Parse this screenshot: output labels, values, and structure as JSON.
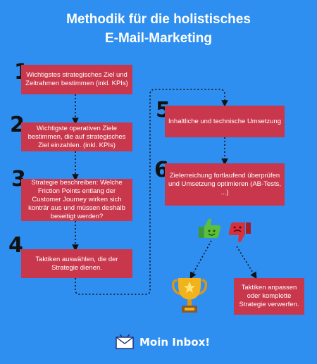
{
  "title": {
    "line1": "Methodik für die holistisches",
    "line2": "E-Mail-Marketing"
  },
  "steps": [
    {
      "number": "1",
      "text": "Wichtigstes strategisches Ziel und Zeitrahmen bestimmen (inkl. KPIs)"
    },
    {
      "number": "2",
      "text": "Wichtigste operativen Ziele bestimmen, die auf strategisches Ziel einzahlen. (inkl. KPIs)"
    },
    {
      "number": "3",
      "text": "Strategie beschreiben: Welche Friction Points entlang der Customer Journey wirken sich konträr aus und müssen deshalb beseitigt werden?"
    },
    {
      "number": "4",
      "text": "Taktiken auswählen, die der Strategie dienen."
    },
    {
      "number": "5",
      "text": "Inhaltliche und technische Umsetzung"
    },
    {
      "number": "6",
      "text": "Zielerreichung fortlaufend überprüfen und Umsetzung optimieren (AB-Tests, ...)"
    }
  ],
  "outcome_negative": "Taktiken anpassen oder komplette Strategie verwerfen.",
  "icons": {
    "thumbs_up": "thumbs-up-icon",
    "thumbs_down": "thumbs-down-icon",
    "trophy": "trophy-icon",
    "logo": "envelope-logo-icon"
  },
  "brand": "Moin Inbox!",
  "colors": {
    "background": "#2e8ff0",
    "box": "#c8374c",
    "thumbs_up": "#5cbf3a",
    "thumbs_down": "#d8303a",
    "trophy": "#f2b21c"
  }
}
